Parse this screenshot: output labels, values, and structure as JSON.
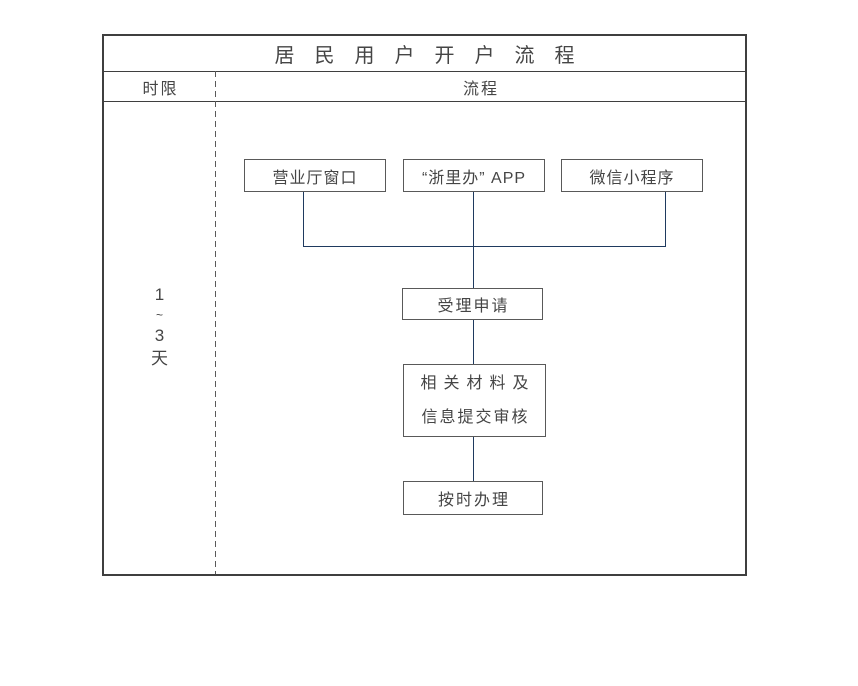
{
  "title": "居民用户开户流程",
  "header": {
    "time_limit": "时限",
    "process": "流程"
  },
  "time_limit_lines": [
    "1",
    "~",
    "3",
    "天"
  ],
  "flow": {
    "channels": [
      "营业厅窗口",
      "“浙里办” APP",
      "微信小程序"
    ],
    "steps": {
      "accept": "受理申请",
      "materials_line1": "相关材料及",
      "materials_line2": "信息提交审核",
      "handle": "按时办理"
    }
  },
  "colors": {
    "border": "#3f3f3f",
    "box_border": "#595959",
    "connector": "#1f3a5f",
    "text": "#454545"
  }
}
